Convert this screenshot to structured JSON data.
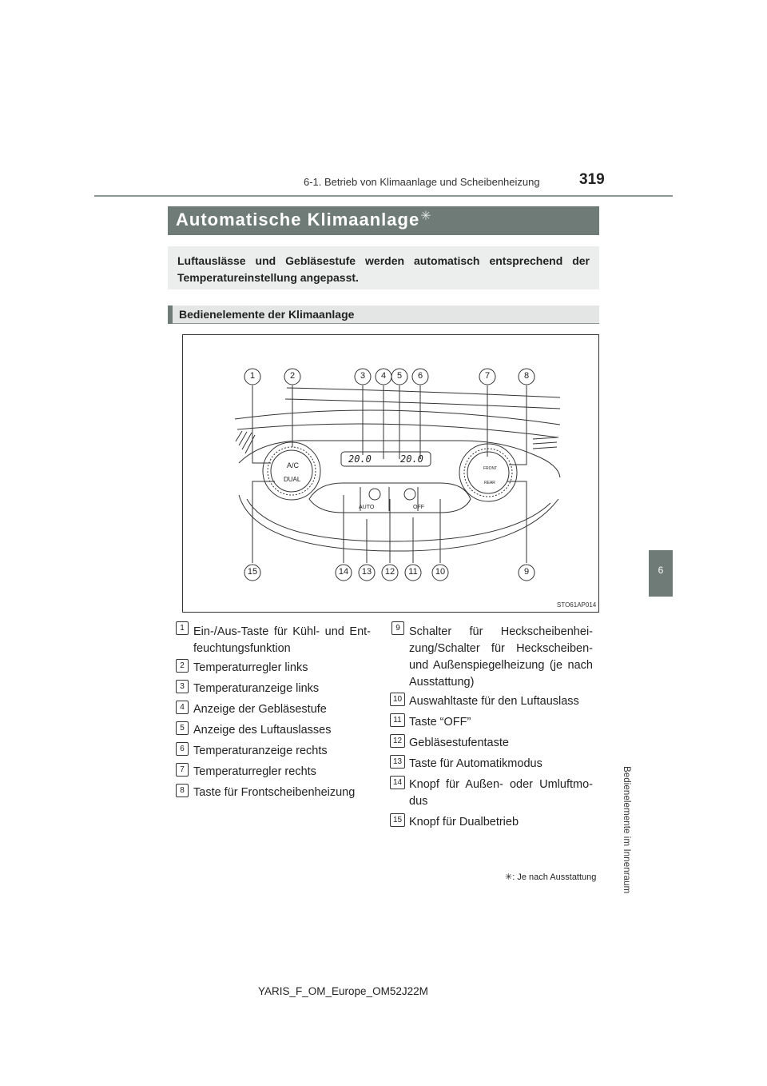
{
  "header": {
    "section": "6-1. Betrieb von Klimaanlage und Scheibenheizung",
    "page_number": "319"
  },
  "side_tab": {
    "chapter": "6",
    "label": "Bedienelemente im Innenraum"
  },
  "title": {
    "text": "Automatische Klimaanlage",
    "star": "✳"
  },
  "intro": "Luftauslässe und Gebläsestufe werden automatisch entsprechend der Temperatureinstellung angepasst.",
  "subheading": "Bedienelemente der Klimaanlage",
  "figure": {
    "code": "STO61AP014",
    "display_left": "20.0",
    "display_right": "20.0",
    "btn_ac": "A/C",
    "btn_dual": "DUAL",
    "btn_auto": "AUTO",
    "btn_off": "OFF",
    "btn_front": "FRONT",
    "btn_rear": "REAR",
    "callouts_top": [
      "1",
      "2",
      "3",
      "4",
      "5",
      "6",
      "7",
      "8"
    ],
    "callouts_bottom": [
      "15",
      "14",
      "13",
      "12",
      "11",
      "10",
      "9"
    ]
  },
  "items_left": [
    {
      "num": "1",
      "text": "Ein-/Aus-Taste für Kühl- und Ent-feuchtungsfunktion"
    },
    {
      "num": "2",
      "text": "Temperaturregler links"
    },
    {
      "num": "3",
      "text": "Temperaturanzeige links"
    },
    {
      "num": "4",
      "text": "Anzeige der Gebläsestufe"
    },
    {
      "num": "5",
      "text": "Anzeige des Luftauslasses"
    },
    {
      "num": "6",
      "text": "Temperaturanzeige rechts"
    },
    {
      "num": "7",
      "text": "Temperaturregler rechts"
    },
    {
      "num": "8",
      "text": "Taste für Frontscheibenheizung"
    }
  ],
  "items_right": [
    {
      "num": "9",
      "text": "Schalter für Heckscheibenhei-zung/Schalter für Heckscheiben- und Außenspiegelheizung (je nach Ausstattung)"
    },
    {
      "num": "10",
      "text": "Auswahltaste für den Luftauslass"
    },
    {
      "num": "11",
      "text": "Taste “OFF”"
    },
    {
      "num": "12",
      "text": "Gebläsestufentaste"
    },
    {
      "num": "13",
      "text": "Taste für Automatikmodus"
    },
    {
      "num": "14",
      "text": "Knopf für Außen- oder Umluftmo-dus"
    },
    {
      "num": "15",
      "text": "Knopf für Dualbetrieb"
    }
  ],
  "footnote": {
    "star": "✳",
    "text": ": Je nach Ausstattung"
  },
  "footer": "YARIS_F_OM_Europe_OM52J22M"
}
